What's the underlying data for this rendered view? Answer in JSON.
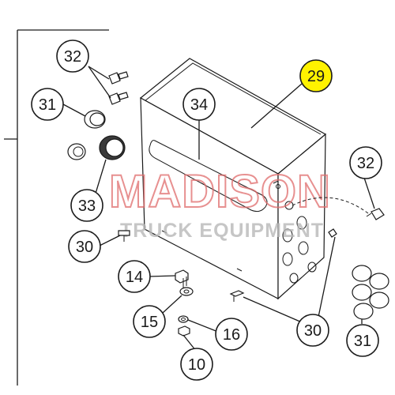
{
  "watermark": {
    "line1": "MADISON",
    "line2": "TRUCK EQUIPMENT"
  },
  "callouts": {
    "c29": "29",
    "c32_top": "32",
    "c31_left": "31",
    "c34": "34",
    "c33": "33",
    "c32_right": "32",
    "c30_left": "30",
    "c14": "14",
    "c15": "15",
    "c16": "16",
    "c10": "10",
    "c30_bottom": "30",
    "c31_bottom": "31"
  },
  "colors": {
    "highlight": "#fff200",
    "watermark_red": "#e06c6c",
    "line": "#1a1a1a"
  }
}
